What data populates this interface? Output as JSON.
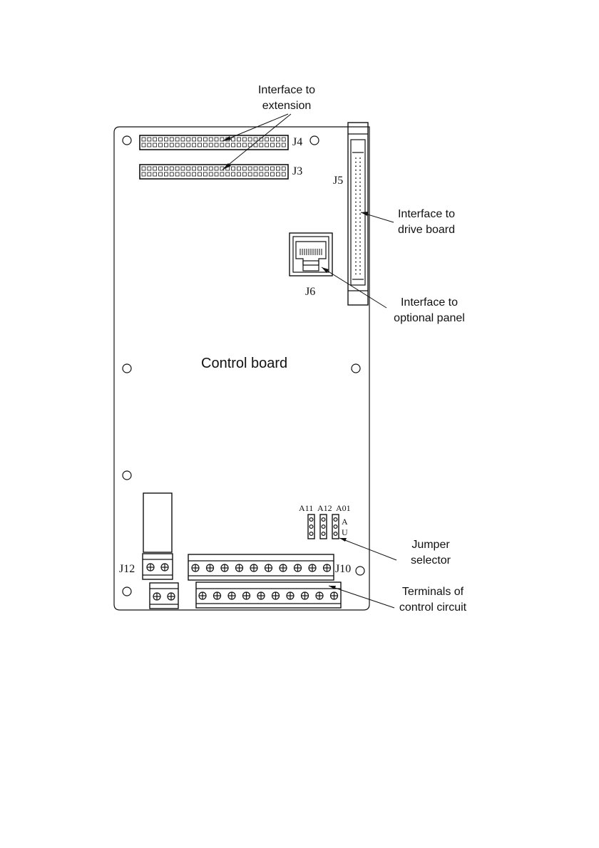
{
  "board_label": "Control board",
  "annotations": {
    "extension": [
      "Interface to",
      "extension"
    ],
    "drive": [
      "Interface to",
      "drive  board"
    ],
    "optional_panel": [
      "Interface to",
      "optional panel"
    ],
    "jumper": [
      "Jumper",
      "selector"
    ],
    "terminals": [
      "Terminals of",
      "control circuit"
    ]
  },
  "connectors": {
    "j3": "J3",
    "j4": "J4",
    "j5": "J5",
    "j6": "J6",
    "j10": "J10",
    "j12": "J12"
  },
  "jumpers": {
    "labels": [
      "A11",
      "A12",
      "A01"
    ],
    "modes": [
      "A",
      "U"
    ]
  },
  "terminal_counts": {
    "j10_upper": 10,
    "j10_lower": 10,
    "j12_upper": 2,
    "j12_lower": 2
  }
}
